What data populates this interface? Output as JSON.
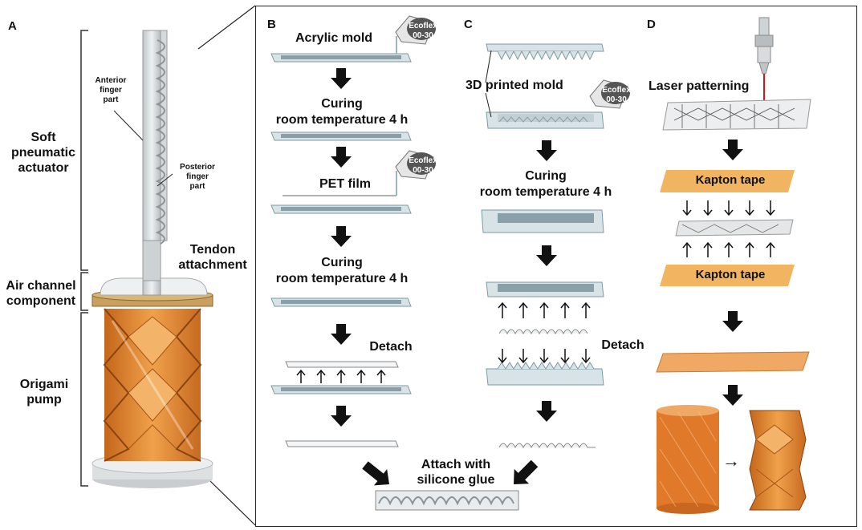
{
  "panels": {
    "a": "A",
    "b": "B",
    "c": "C",
    "d": "D"
  },
  "panel_a": {
    "soft_actuator": "Soft\npneumatic\nactuator",
    "anterior": "Anterior\nfinger\npart",
    "posterior": "Posterior\nfinger\npart",
    "tendon": "Tendon\nattachment",
    "air_channel": "Air channel\ncomponent",
    "origami_pump": "Origami\npump"
  },
  "panel_b": {
    "acrylic_mold": "Acrylic mold",
    "ecoflex": "Ecoflex\n00-30",
    "curing": "Curing",
    "room_temp": "room temperature 4 h",
    "pet_film": "PET film",
    "detach": "Detach"
  },
  "panel_c": {
    "mold": "3D printed mold",
    "ecoflex": "Ecoflex\n00-30",
    "curing": "Curing",
    "room_temp": "room temperature 4 h",
    "detach": "Detach"
  },
  "bottom": {
    "attach": "Attach with\nsilicone glue"
  },
  "panel_d": {
    "laser": "Laser patterning",
    "kapton": "Kapton tape",
    "transform_arrow": "→"
  },
  "colors": {
    "kapton": "#f1b562",
    "origami": "#e08a2c",
    "mold": "#d7e3e7",
    "arrow": "#111111"
  }
}
